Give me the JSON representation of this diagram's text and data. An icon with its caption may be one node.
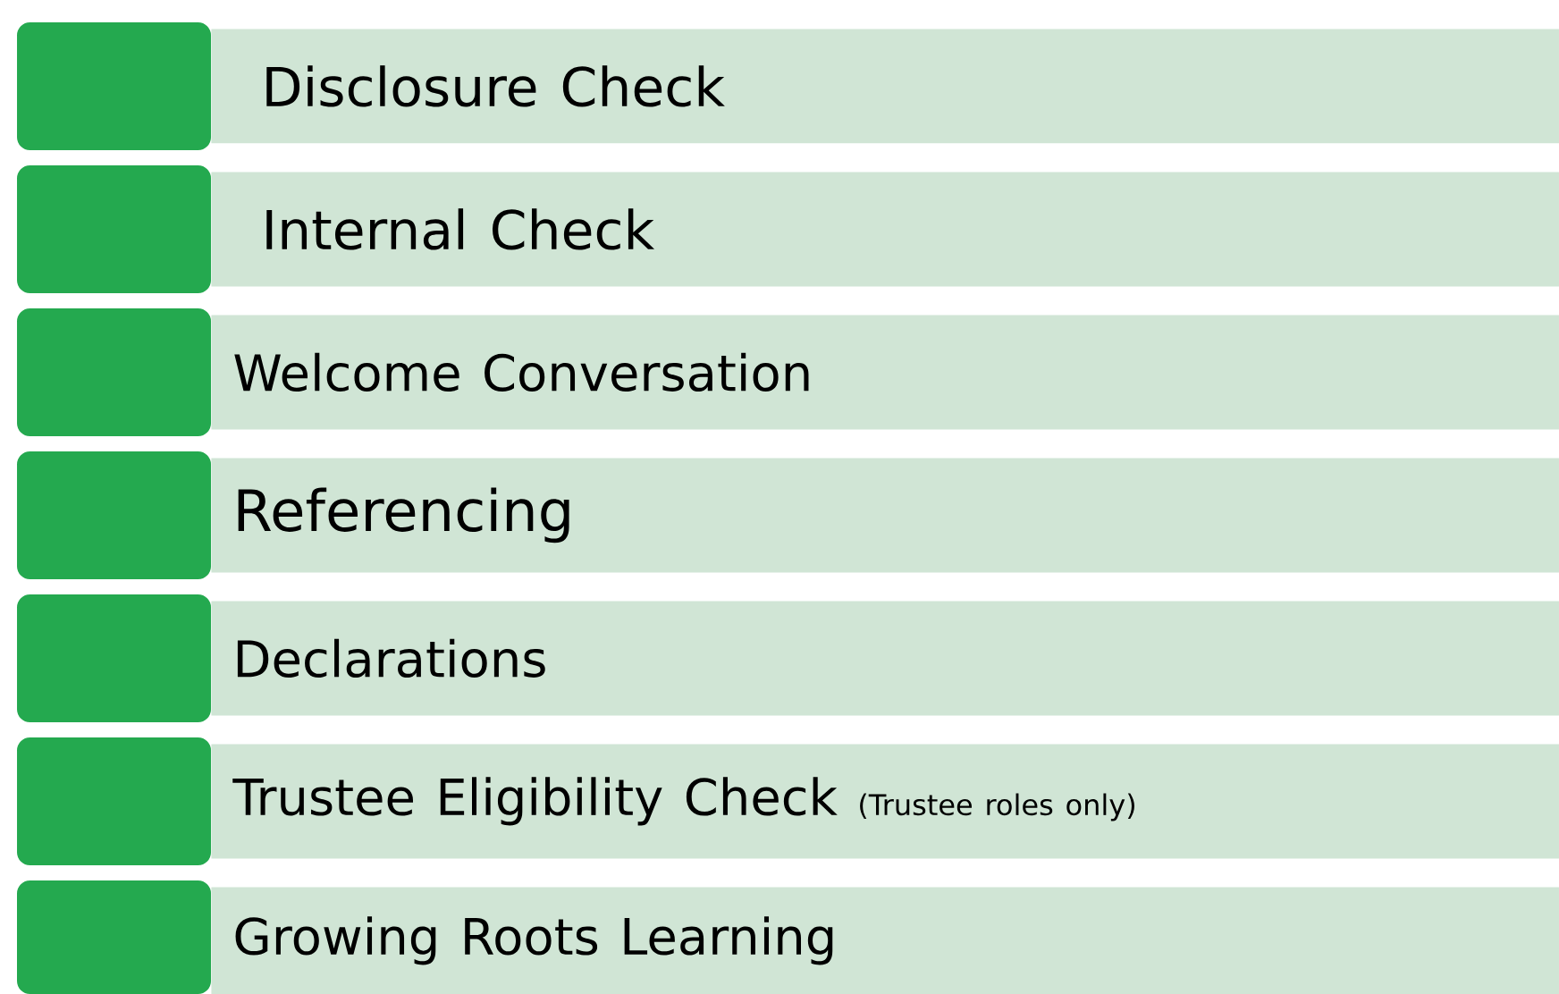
{
  "diagram": {
    "nodes": [
      {
        "text": [],
        "shape": "box"
      },
      {
        "text": [
          "Disclosure Check"
        ]
      },
      {
        "text": [],
        "shape": "box"
      },
      {
        "text": [
          "Internal Check"
        ]
      },
      {
        "text": [],
        "shape": "box"
      },
      {
        "text": [
          "Welcome Conversation"
        ]
      },
      {
        "text": [],
        "shape": "box"
      },
      {
        "text": [
          "Referencing"
        ]
      },
      {
        "text": [],
        "shape": "box"
      },
      {
        "text": [
          "Declarations"
        ]
      },
      {
        "text": [],
        "shape": "box"
      },
      {
        "text": [
          "Trustee Eligibility Check",
          "(Trustee roles only)"
        ]
      },
      {
        "text": [],
        "shape": "box"
      },
      {
        "text": [
          "Growing Roots Learning"
        ]
      }
    ]
  }
}
